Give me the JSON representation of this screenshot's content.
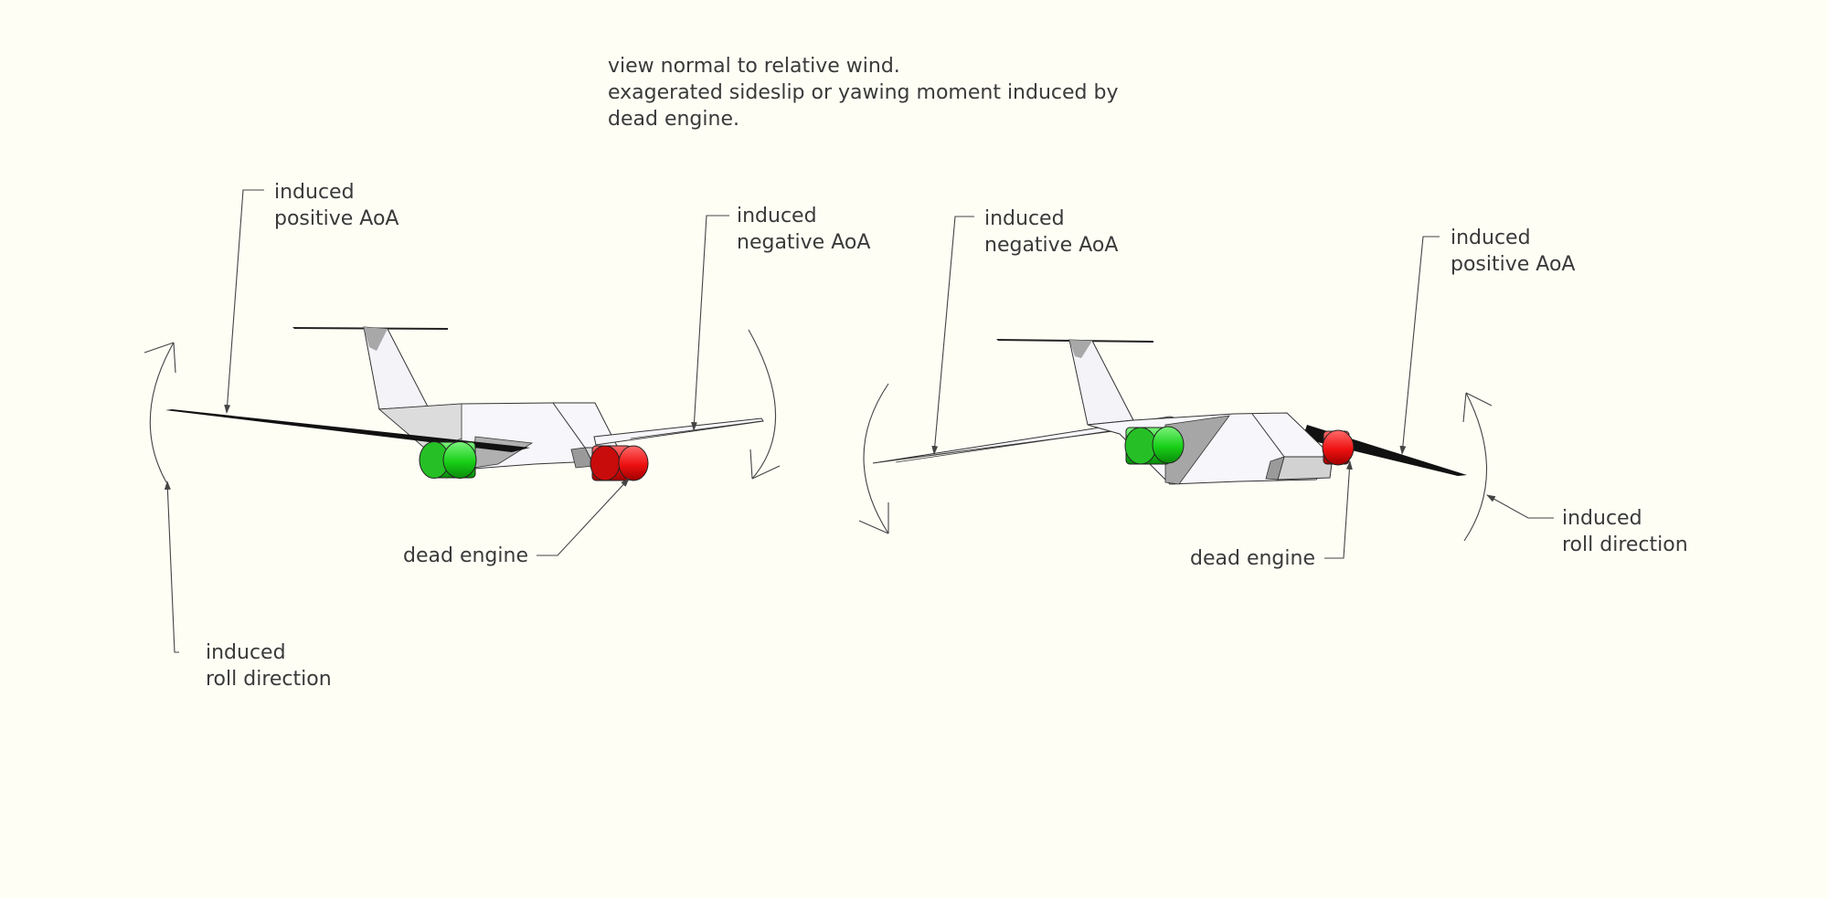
{
  "caption": {
    "line1": "view normal to relative wind.",
    "line2": "exagerated sideslip or yawing moment induced by",
    "line3": "dead engine."
  },
  "left_view": {
    "positive_aoa": {
      "line1": "induced",
      "line2": "positive AoA"
    },
    "negative_aoa": {
      "line1": "induced",
      "line2": "negative AoA"
    },
    "dead_engine": "dead engine",
    "roll": {
      "line1": "induced",
      "line2": "roll direction"
    }
  },
  "right_view": {
    "negative_aoa": {
      "line1": "induced",
      "line2": "negative AoA"
    },
    "positive_aoa": {
      "line1": "induced",
      "line2": "positive AoA"
    },
    "dead_engine": "dead engine",
    "roll": {
      "line1": "induced",
      "line2": "roll direction"
    }
  },
  "colors": {
    "background": "#fefef5",
    "working_engine": "#22dd22",
    "dead_engine": "#ee1111",
    "wing_shadow": "#111111",
    "airframe": "#f6f6fa",
    "airframe_shade": "#b4b4b4"
  }
}
